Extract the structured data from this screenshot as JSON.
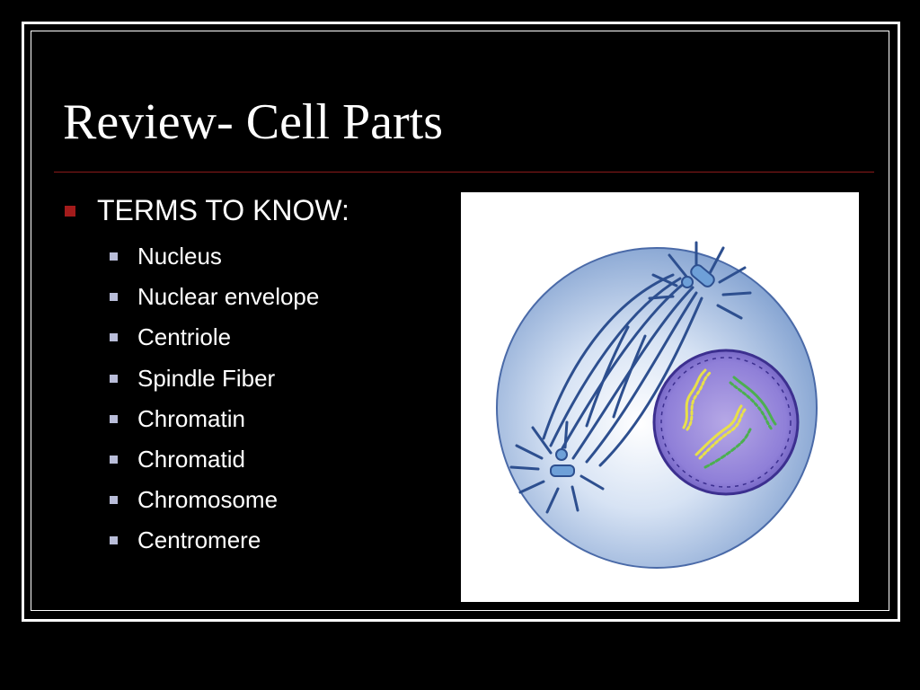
{
  "slide": {
    "title": "Review- Cell Parts",
    "main_bullet": "TERMS TO KNOW:",
    "terms": [
      "Nucleus",
      "Nuclear envelope",
      "Centriole",
      "Spindle Fiber",
      "Chromatin",
      "Chromatid",
      "Chromosome",
      "Centromere"
    ]
  },
  "colors": {
    "background": "#000000",
    "text": "#ffffff",
    "accent_red": "#a31b1b",
    "sub_bullet": "#b9bdd9"
  },
  "illustration": {
    "subject": "cell-with-spindle-and-nucleus"
  }
}
